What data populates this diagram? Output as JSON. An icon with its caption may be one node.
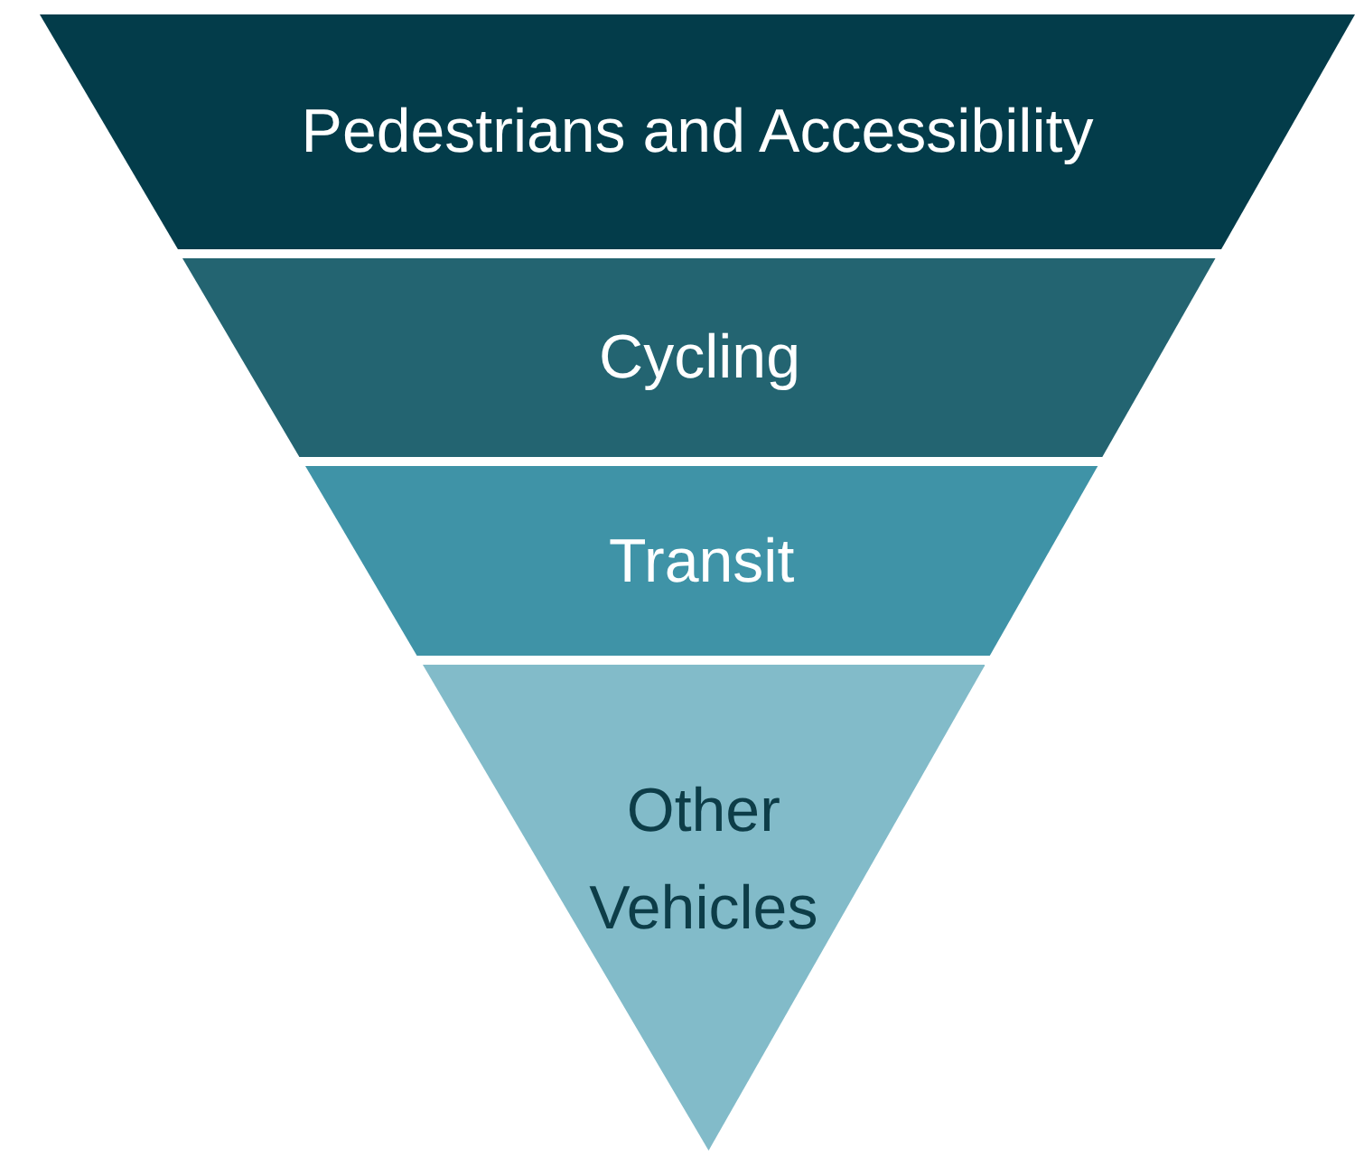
{
  "diagram": {
    "nodes": [
      {
        "text": [
          "Pedestrians and Accessibility"
        ]
      },
      {
        "text": [
          "Cycling"
        ]
      },
      {
        "text": [
          "Transit"
        ]
      },
      {
        "text": [
          "Other Vehicles"
        ]
      }
    ]
  }
}
